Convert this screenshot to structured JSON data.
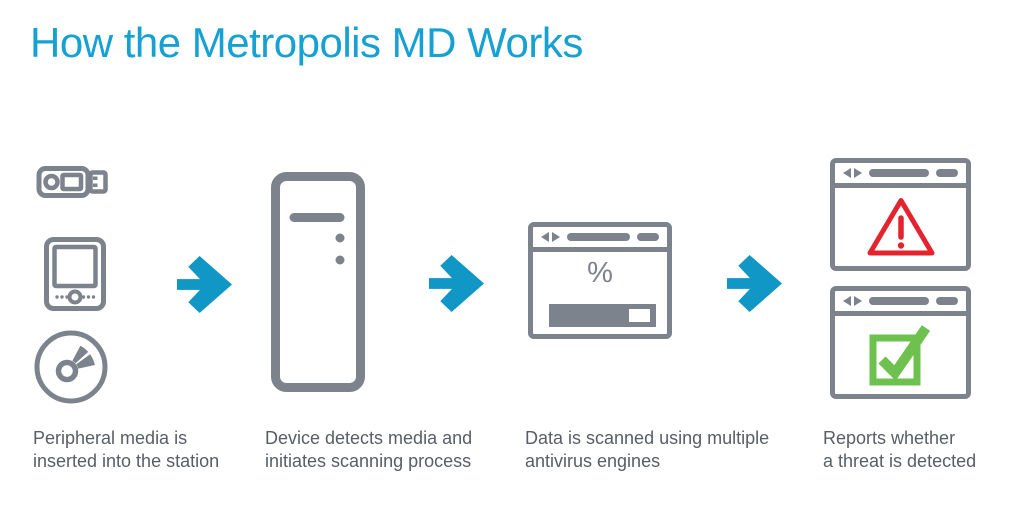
{
  "title": {
    "text": "How the Metropolis MD Works",
    "color": "#17A1D3"
  },
  "colors": {
    "icon_gray": "#7C838D",
    "caption_text": "#585E66",
    "arrow_accent": "#1197C6",
    "alert_red": "#E3242E",
    "success_green": "#6EC04F",
    "background": "#FFFFFF"
  },
  "connector": {
    "icon": "arrow-right-icon",
    "color": "#1197C6"
  },
  "steps": [
    {
      "caption": [
        "Peripheral media is",
        "inserted into the station"
      ],
      "icons": [
        "usb-flash-drive-icon",
        "handheld-device-icon",
        "cd-disc-icon"
      ]
    },
    {
      "caption": [
        "Device detects media and",
        "initiates scanning process"
      ],
      "icons": [
        "scanning-station-tower-icon"
      ]
    },
    {
      "caption": [
        "Data is scanned using multiple",
        "antivirus engines"
      ],
      "icons": [
        "scan-progress-window-icon"
      ],
      "scan_percent_label": "%"
    },
    {
      "caption": [
        "Reports whether",
        "a threat is detected"
      ],
      "icons": [
        "threat-detected-window-icon",
        "no-threat-window-icon"
      ]
    }
  ]
}
